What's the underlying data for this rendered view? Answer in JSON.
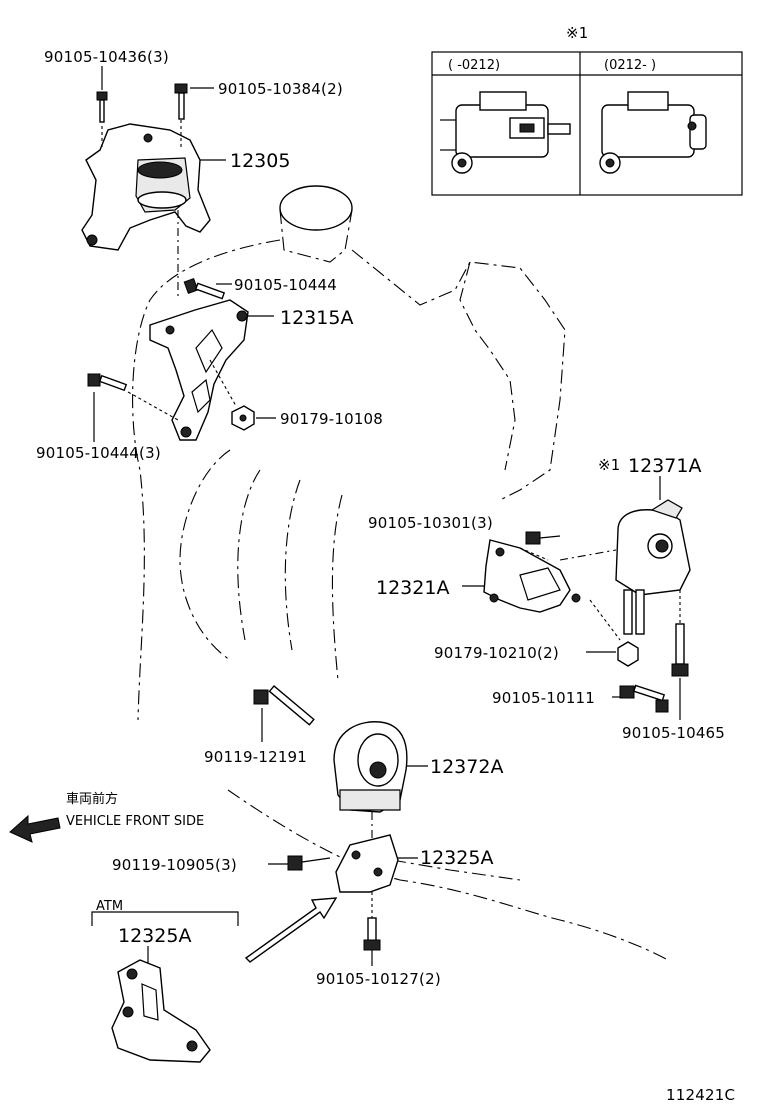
{
  "callouts": {
    "p90105_10436": "90105-10436(3)",
    "p90105_10384": "90105-10384(2)",
    "p12305": "12305",
    "p90105_10444_a": "90105-10444",
    "p12315A": "12315A",
    "p90105_10444_b": "90105-10444(3)",
    "p90179_10108": "90179-10108",
    "p12371A": "12371A",
    "mark_12371A": "※1",
    "p90105_10301": "90105-10301(3)",
    "p12321A": "12321A",
    "p90179_10210": "90179-10210(2)",
    "p90105_10111": "90105-10111",
    "p90105_10465": "90105-10465",
    "p90119_12191": "90119-12191",
    "p12372A": "12372A",
    "p90119_10905": "90119-10905(3)",
    "p12325A": "12325A",
    "p90105_10127": "90105-10127(2)"
  },
  "direction": {
    "label_jp": "車両前方",
    "label_en": "VEHICLE FRONT SIDE"
  },
  "inset": {
    "mark": "※1",
    "left_header": "(      -0212)",
    "right_header": "(0212-       )"
  },
  "atm_box": {
    "label": "ATM",
    "part": "12325A"
  },
  "diagram_id": "112421C"
}
